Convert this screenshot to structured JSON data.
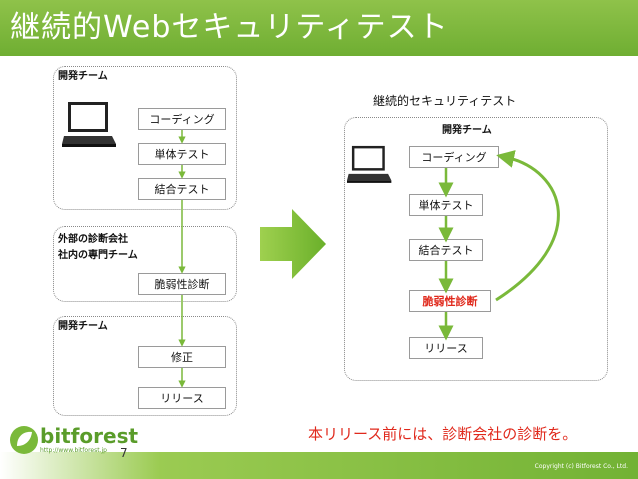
{
  "title": "継続的Webセキュリティテスト",
  "left": {
    "dev_team_label": "開発チーム",
    "steps_top": [
      "コーディング",
      "単体テスト",
      "結合テスト"
    ],
    "external_label_line1": "外部の診断会社",
    "external_label_line2": "社内の専門チーム",
    "vuln_step": "脆弱性診断",
    "dev_team2_label": "開発チーム",
    "steps_bottom": [
      "修正",
      "リリース"
    ]
  },
  "right": {
    "heading": "継続的セキュリティテスト",
    "team_label": "開発チーム",
    "steps": [
      "コーディング",
      "単体テスト",
      "結合テスト",
      "脆弱性診断",
      "リリース"
    ]
  },
  "note": "本リリース前には、診断会社の診断を。",
  "footer": {
    "page_number": "7",
    "logo_text": "bitforest",
    "logo_url": "http://www.bitforest.jp",
    "copyright": "Copyright (c) Bitforest Co., Ltd."
  },
  "colors": {
    "accent_green": "#7ab93a",
    "highlight_red": "#e0291c"
  }
}
